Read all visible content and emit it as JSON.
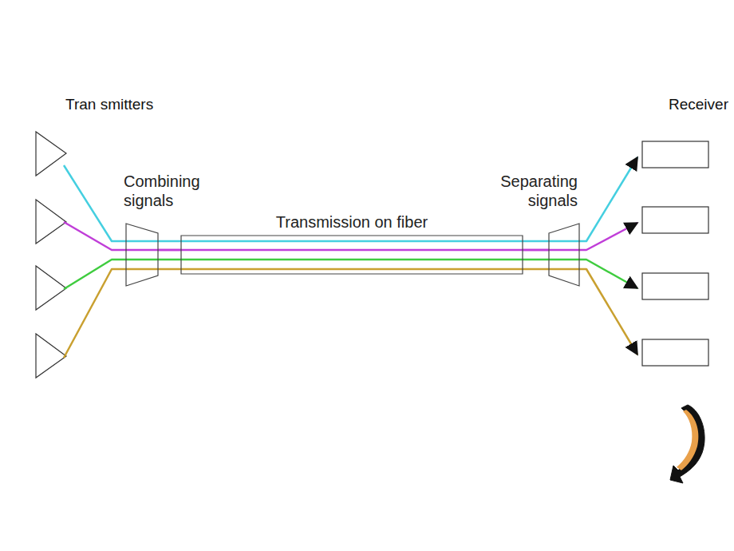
{
  "diagram": {
    "nodes": [
      {
        "text": [
          "Combining signals"
        ]
      },
      {
        "text": [
          "Transmission on fiber"
        ]
      },
      {
        "text": [
          "Separating signals"
        ]
      }
    ],
    "edges": [
      {
        "from": 0,
        "to": 1,
        "arrow": "none"
      },
      {
        "from": 1,
        "to": 2,
        "arrow": "none"
      }
    ],
    "labels": [
      "Tran smitters",
      "Receiver"
    ]
  }
}
